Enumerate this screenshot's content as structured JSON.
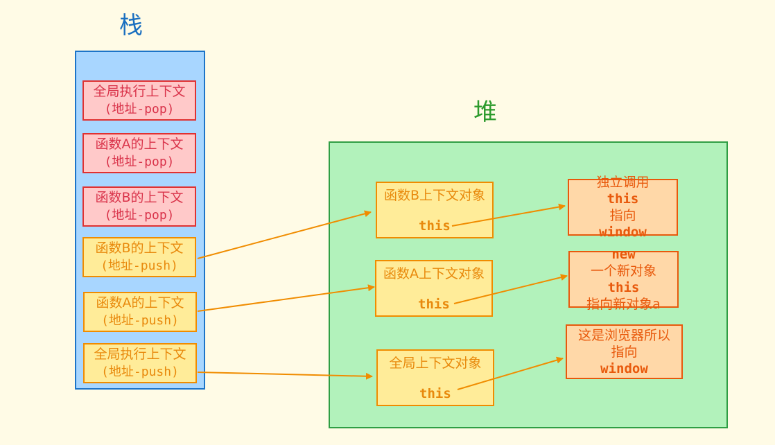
{
  "stack": {
    "title": "栈",
    "frames": [
      {
        "line1": "全局执行上下文",
        "line2": "(地址-pop)"
      },
      {
        "line1": "函数A的上下文",
        "line2": "(地址-pop)"
      },
      {
        "line1": "函数B的上下文",
        "line2": "(地址-pop)"
      },
      {
        "line1": "函数B的上下文",
        "line2": "(地址-push)"
      },
      {
        "line1": "函数A的上下文",
        "line2": "(地址-push)"
      },
      {
        "line1": "全局执行上下文",
        "line2": "(地址-push)"
      }
    ]
  },
  "heap": {
    "title": "堆",
    "objects": [
      {
        "title": "函数B上下文对象",
        "this_label": "this"
      },
      {
        "title": "函数A上下文对象",
        "this_label": "this"
      },
      {
        "title": "全局上下文对象",
        "this_label": "this"
      }
    ],
    "notes": {
      "b": {
        "prefix": "独立调用 ",
        "keyword": "this",
        "line2_prefix": "指向 ",
        "line2_keyword": "window"
      },
      "a": {
        "line1": "new",
        "line2_prefix": "一个新对象",
        "line2_keyword": "this",
        "line3": "指向新对象a"
      },
      "global": {
        "line1": "这是浏览器所以",
        "line2_prefix": "指向",
        "line2_keyword": "window"
      }
    }
  },
  "colors": {
    "background": "#fffbe6",
    "stack_fill": "#a8d6ff",
    "stack_border": "#1c74c8",
    "heap_fill": "#b2f2bb",
    "heap_border": "#2f9e44",
    "pop_fill": "#ffc9c9",
    "pop_text": "#d9334a",
    "push_fill": "#ffec99",
    "push_text": "#e8890c",
    "note_fill": "#ffd8a8",
    "note_text": "#e8590c",
    "arrow": "#f08c00"
  }
}
